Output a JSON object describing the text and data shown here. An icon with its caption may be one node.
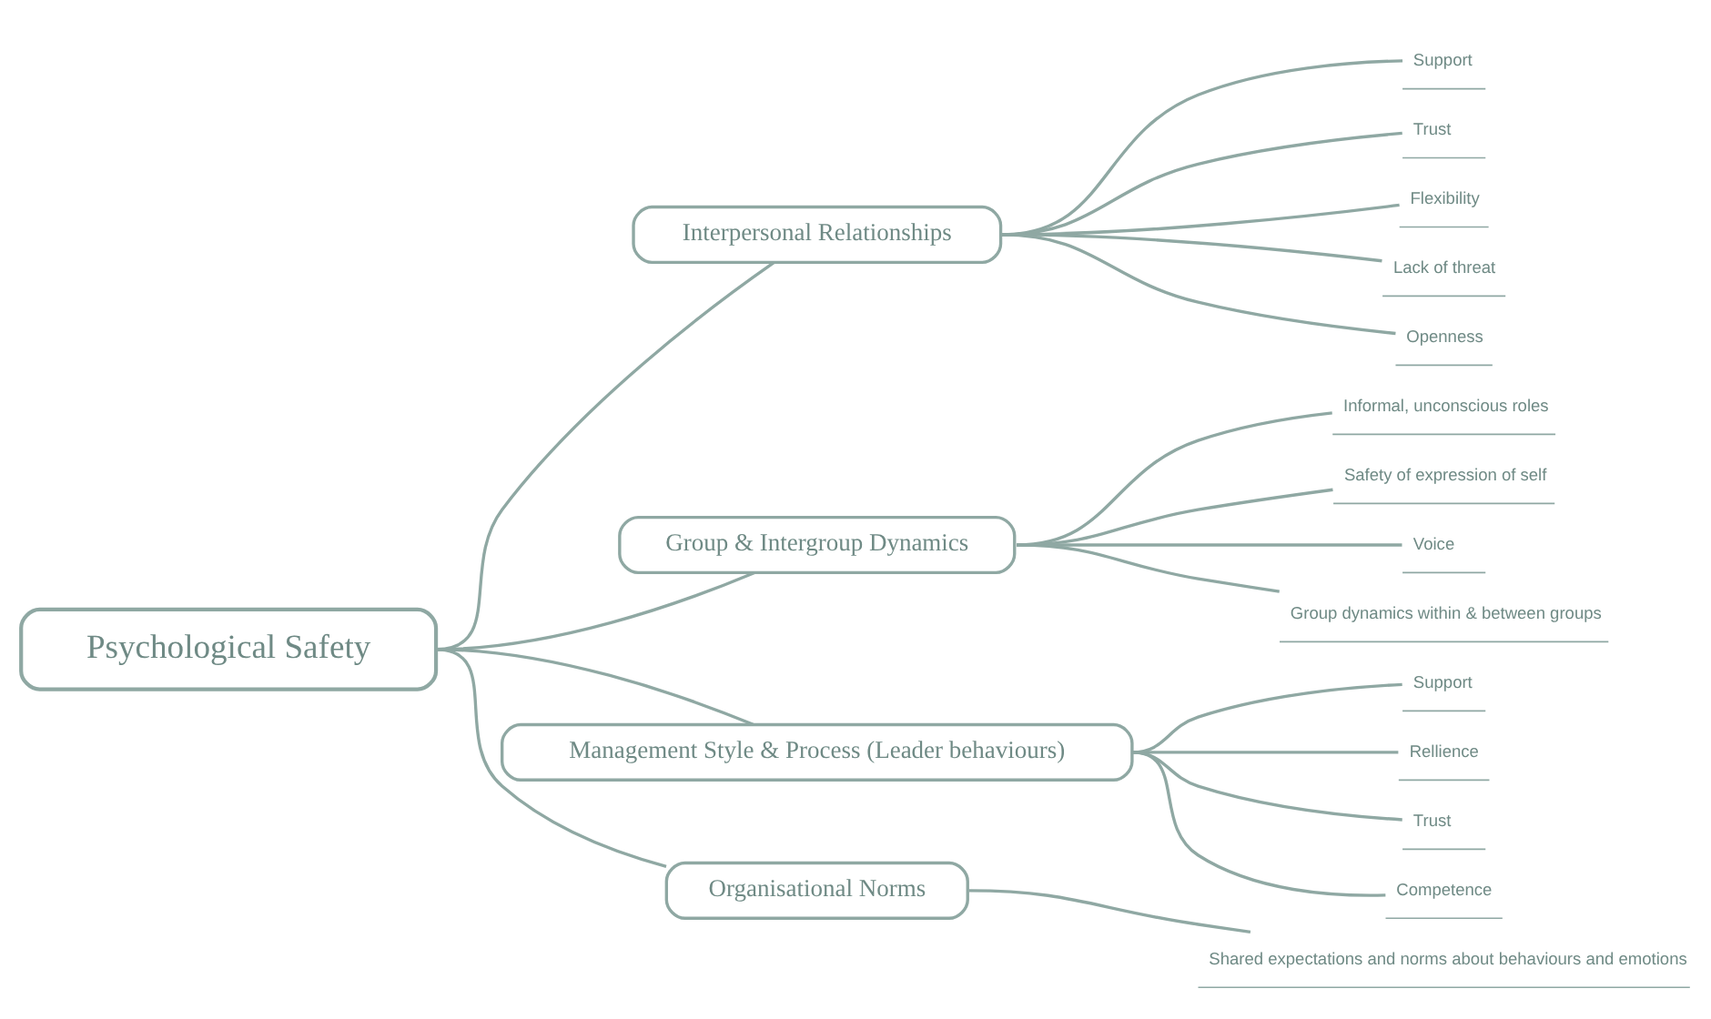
{
  "diagram": {
    "nodes": [
      {
        "text": [
          "Psychological Safety"
        ]
      },
      {
        "text": [
          "Interpersonal Relationships"
        ]
      },
      {
        "text": [
          "Support"
        ]
      },
      {
        "text": [
          "Trust"
        ]
      },
      {
        "text": [
          "Flexibility"
        ]
      },
      {
        "text": [
          "Lack of threat"
        ]
      },
      {
        "text": [
          "Openness"
        ]
      },
      {
        "text": [
          "Group & Intergroup Dynamics"
        ]
      },
      {
        "text": [
          "Informal, unconscious roles"
        ]
      },
      {
        "text": [
          "Safety of expression of self"
        ]
      },
      {
        "text": [
          "Voice"
        ]
      },
      {
        "text": [
          "Group dynamics within & between groups"
        ]
      },
      {
        "text": [
          "Management Style & Process (Leader behaviours)"
        ]
      },
      {
        "text": [
          "Support"
        ]
      },
      {
        "text": [
          "Rellience"
        ]
      },
      {
        "text": [
          "Trust"
        ]
      },
      {
        "text": [
          "Competence"
        ]
      },
      {
        "text": [
          "Organisational Norms"
        ]
      },
      {
        "text": [
          "Shared expectations and norms about behaviours and emotions"
        ]
      }
    ],
    "edges": [
      {
        "from": 0,
        "to": 1,
        "arrow": "none"
      },
      {
        "from": 1,
        "to": 2,
        "arrow": "none"
      },
      {
        "from": 1,
        "to": 3,
        "arrow": "none"
      },
      {
        "from": 1,
        "to": 4,
        "arrow": "none"
      },
      {
        "from": 1,
        "to": 5,
        "arrow": "none"
      },
      {
        "from": 1,
        "to": 6,
        "arrow": "none"
      },
      {
        "from": 0,
        "to": 7,
        "arrow": "none"
      },
      {
        "from": 7,
        "to": 8,
        "arrow": "none"
      },
      {
        "from": 7,
        "to": 9,
        "arrow": "none"
      },
      {
        "from": 7,
        "to": 10,
        "arrow": "none"
      },
      {
        "from": 7,
        "to": 11,
        "arrow": "none"
      },
      {
        "from": 0,
        "to": 12,
        "arrow": "none"
      },
      {
        "from": 12,
        "to": 13,
        "arrow": "none"
      },
      {
        "from": 12,
        "to": 14,
        "arrow": "none"
      },
      {
        "from": 12,
        "to": 15,
        "arrow": "none"
      },
      {
        "from": 12,
        "to": 16,
        "arrow": "none"
      },
      {
        "from": 0,
        "to": 17,
        "arrow": "none"
      },
      {
        "from": 17,
        "to": 18,
        "arrow": "none"
      }
    ]
  }
}
